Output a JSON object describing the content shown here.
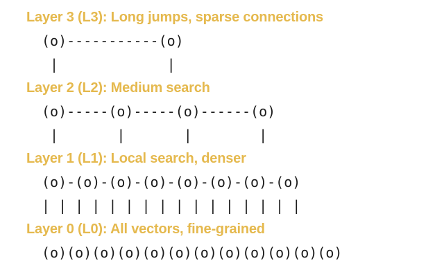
{
  "colors": {
    "title_gold": "#E5B94E",
    "art_black": "#1c1c1c",
    "background": "#ffffff"
  },
  "sections": [
    {
      "id": "layer-3",
      "title": "Layer 3 (L3): Long jumps, sparse connections",
      "nodes_row": "(o)-----------(o)",
      "links_row": " |             |"
    },
    {
      "id": "layer-2",
      "title": "Layer 2 (L2): Medium search",
      "nodes_row": "(o)-----(o)-----(o)------(o)",
      "links_row": " |       |       |        |"
    },
    {
      "id": "layer-1",
      "title": "Layer 1 (L1): Local search, denser",
      "nodes_row": "(o)-(o)-(o)-(o)-(o)-(o)-(o)-(o)",
      "links_row": "| | | | | | | | | | | | | | | |"
    },
    {
      "id": "layer-0",
      "title": "Layer 0 (L0): All vectors, fine-grained",
      "nodes_row": "(o)(o)(o)(o)(o)(o)(o)(o)(o)(o)(o)(o)",
      "links_row": ""
    }
  ]
}
